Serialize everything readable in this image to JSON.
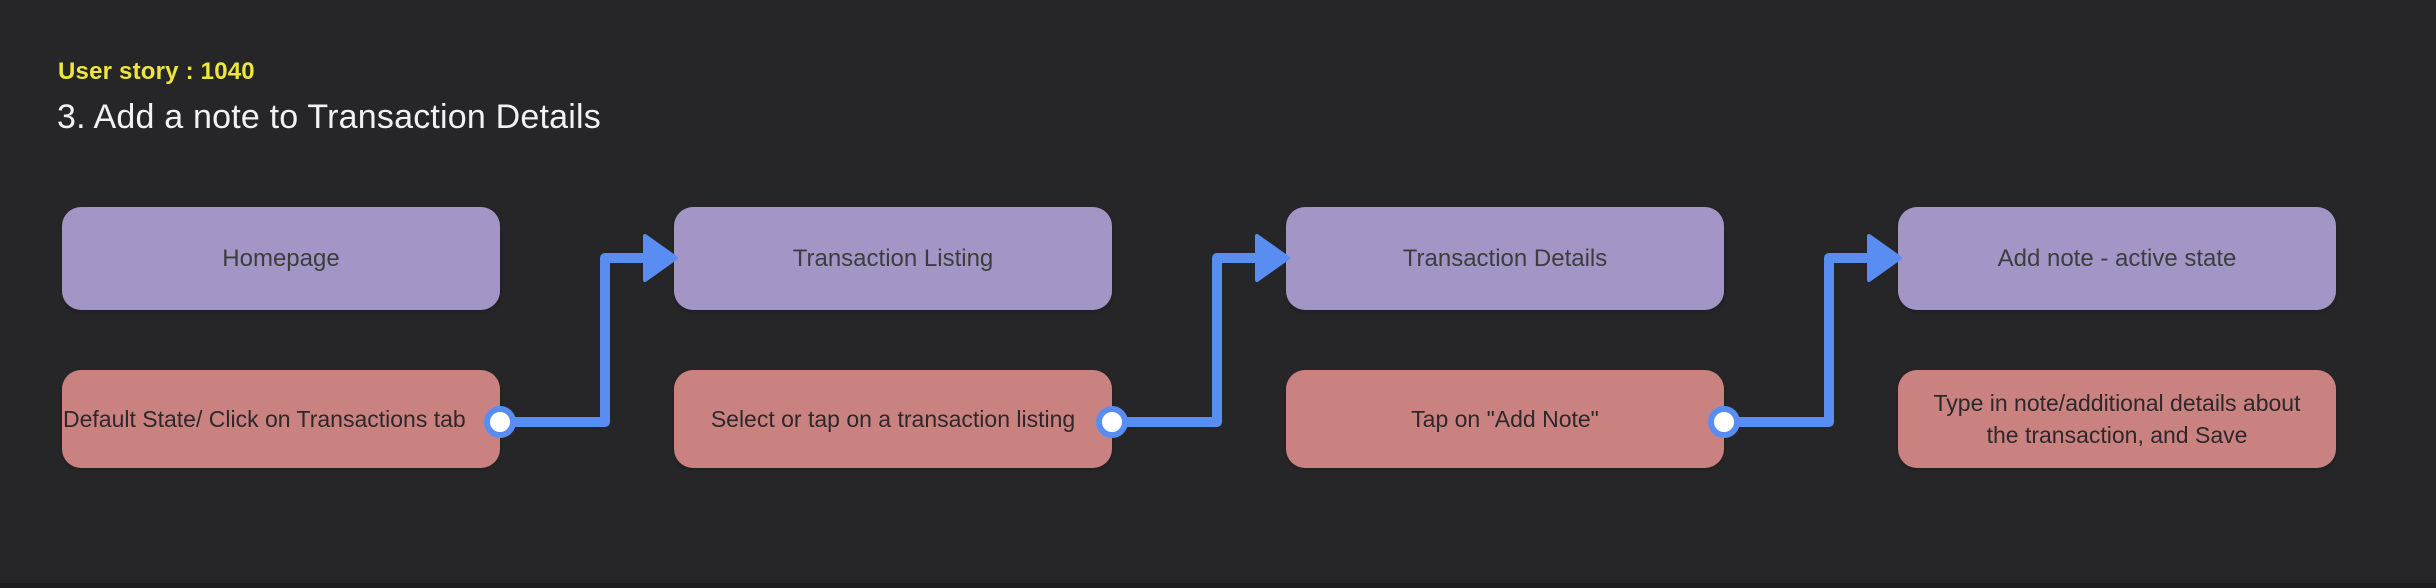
{
  "canvas": {
    "user_story_label": "User story : 1040",
    "title": "3. Add a note to Transaction Details"
  },
  "colors": {
    "background": "#262628",
    "screen_node": "#a495c7",
    "action_node": "#c98280",
    "connector_blue": "#5a8df2",
    "endpoint_fill": "#ffffff",
    "label_yellow": "#ece73a",
    "title_white": "#f2f2f2",
    "screen_node_text": "#3d3d3d",
    "action_node_text": "#2d282a",
    "bottom_edge": "#1d1d1f"
  },
  "flow": {
    "nodes": [
      {
        "screen": "Homepage",
        "action": "Default State/ Click on Transactions tab"
      },
      {
        "screen": "Transaction Listing",
        "action": "Select or tap on a transaction listing"
      },
      {
        "screen": "Transaction Details",
        "action": "Tap on \"Add Note\""
      },
      {
        "screen": "Add note - active state",
        "action": "Type in note/additional details about\nthe transaction, and Save"
      }
    ]
  }
}
